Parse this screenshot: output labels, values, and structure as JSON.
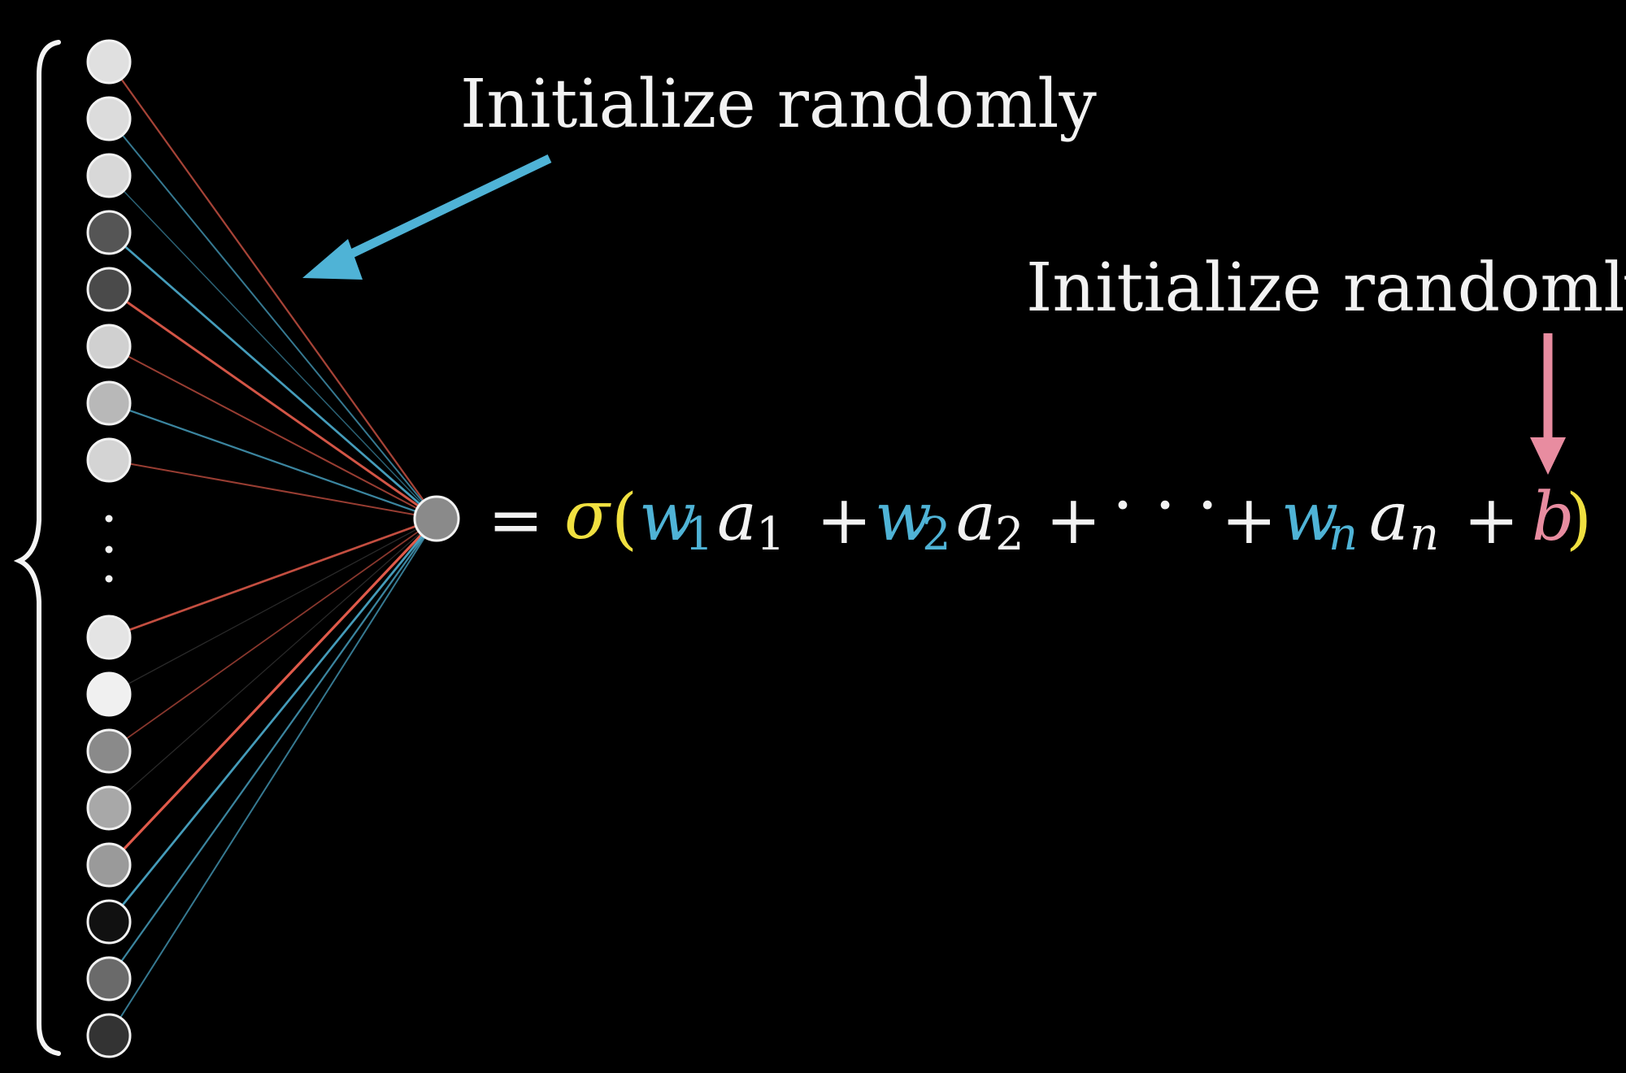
{
  "labels": {
    "weights_label": "Initialize randomly",
    "bias_label": "Initialize randomly"
  },
  "colors": {
    "background": "#000000",
    "weight_blue": "#4fb3d6",
    "weight_red": "#e05a4a",
    "sigma_yellow": "#f0e040",
    "bias_pink": "#e88ca0",
    "text_white": "#f2f2f2"
  },
  "equation": {
    "equals": "=",
    "sigma": "σ",
    "open_paren": "(",
    "close_paren": ")",
    "w": "w",
    "a": "a",
    "b": "b",
    "plus": "+",
    "cdots": "· · ·",
    "sub_1": "1",
    "sub_2": "2",
    "sub_n": "n"
  },
  "input_neurons": {
    "top_group": [
      {
        "shade": "#e0e0e0",
        "link": "red",
        "weight": 0.6
      },
      {
        "shade": "#dcdcdc",
        "link": "blue",
        "weight": 0.5
      },
      {
        "shade": "#d8d8d8",
        "link": "blue",
        "weight": 0.3
      },
      {
        "shade": "#555555",
        "link": "blue",
        "weight": 0.8
      },
      {
        "shade": "#4a4a4a",
        "link": "red",
        "weight": 0.9
      },
      {
        "shade": "#d0d0d0",
        "link": "red",
        "weight": 0.5
      },
      {
        "shade": "#b8b8b8",
        "link": "blue",
        "weight": 0.6
      },
      {
        "shade": "#d4d4d4",
        "link": "red",
        "weight": 0.5
      }
    ],
    "bottom_group": [
      {
        "shade": "#e4e4e4",
        "link": "red",
        "weight": 0.8
      },
      {
        "shade": "#f0f0f0",
        "link": "gray",
        "weight": 0.2
      },
      {
        "shade": "#8a8a8a",
        "link": "red",
        "weight": 0.4
      },
      {
        "shade": "#a8a8a8",
        "link": "gray",
        "weight": 0.2
      },
      {
        "shade": "#9a9a9a",
        "link": "red",
        "weight": 1.0
      },
      {
        "shade": "#111111",
        "link": "blue",
        "weight": 0.8
      },
      {
        "shade": "#6a6a6a",
        "link": "blue",
        "weight": 0.6
      },
      {
        "shade": "#333333",
        "link": "blue",
        "weight": 0.5
      }
    ]
  },
  "output_neuron": {
    "shade": "#8a8a8a"
  }
}
